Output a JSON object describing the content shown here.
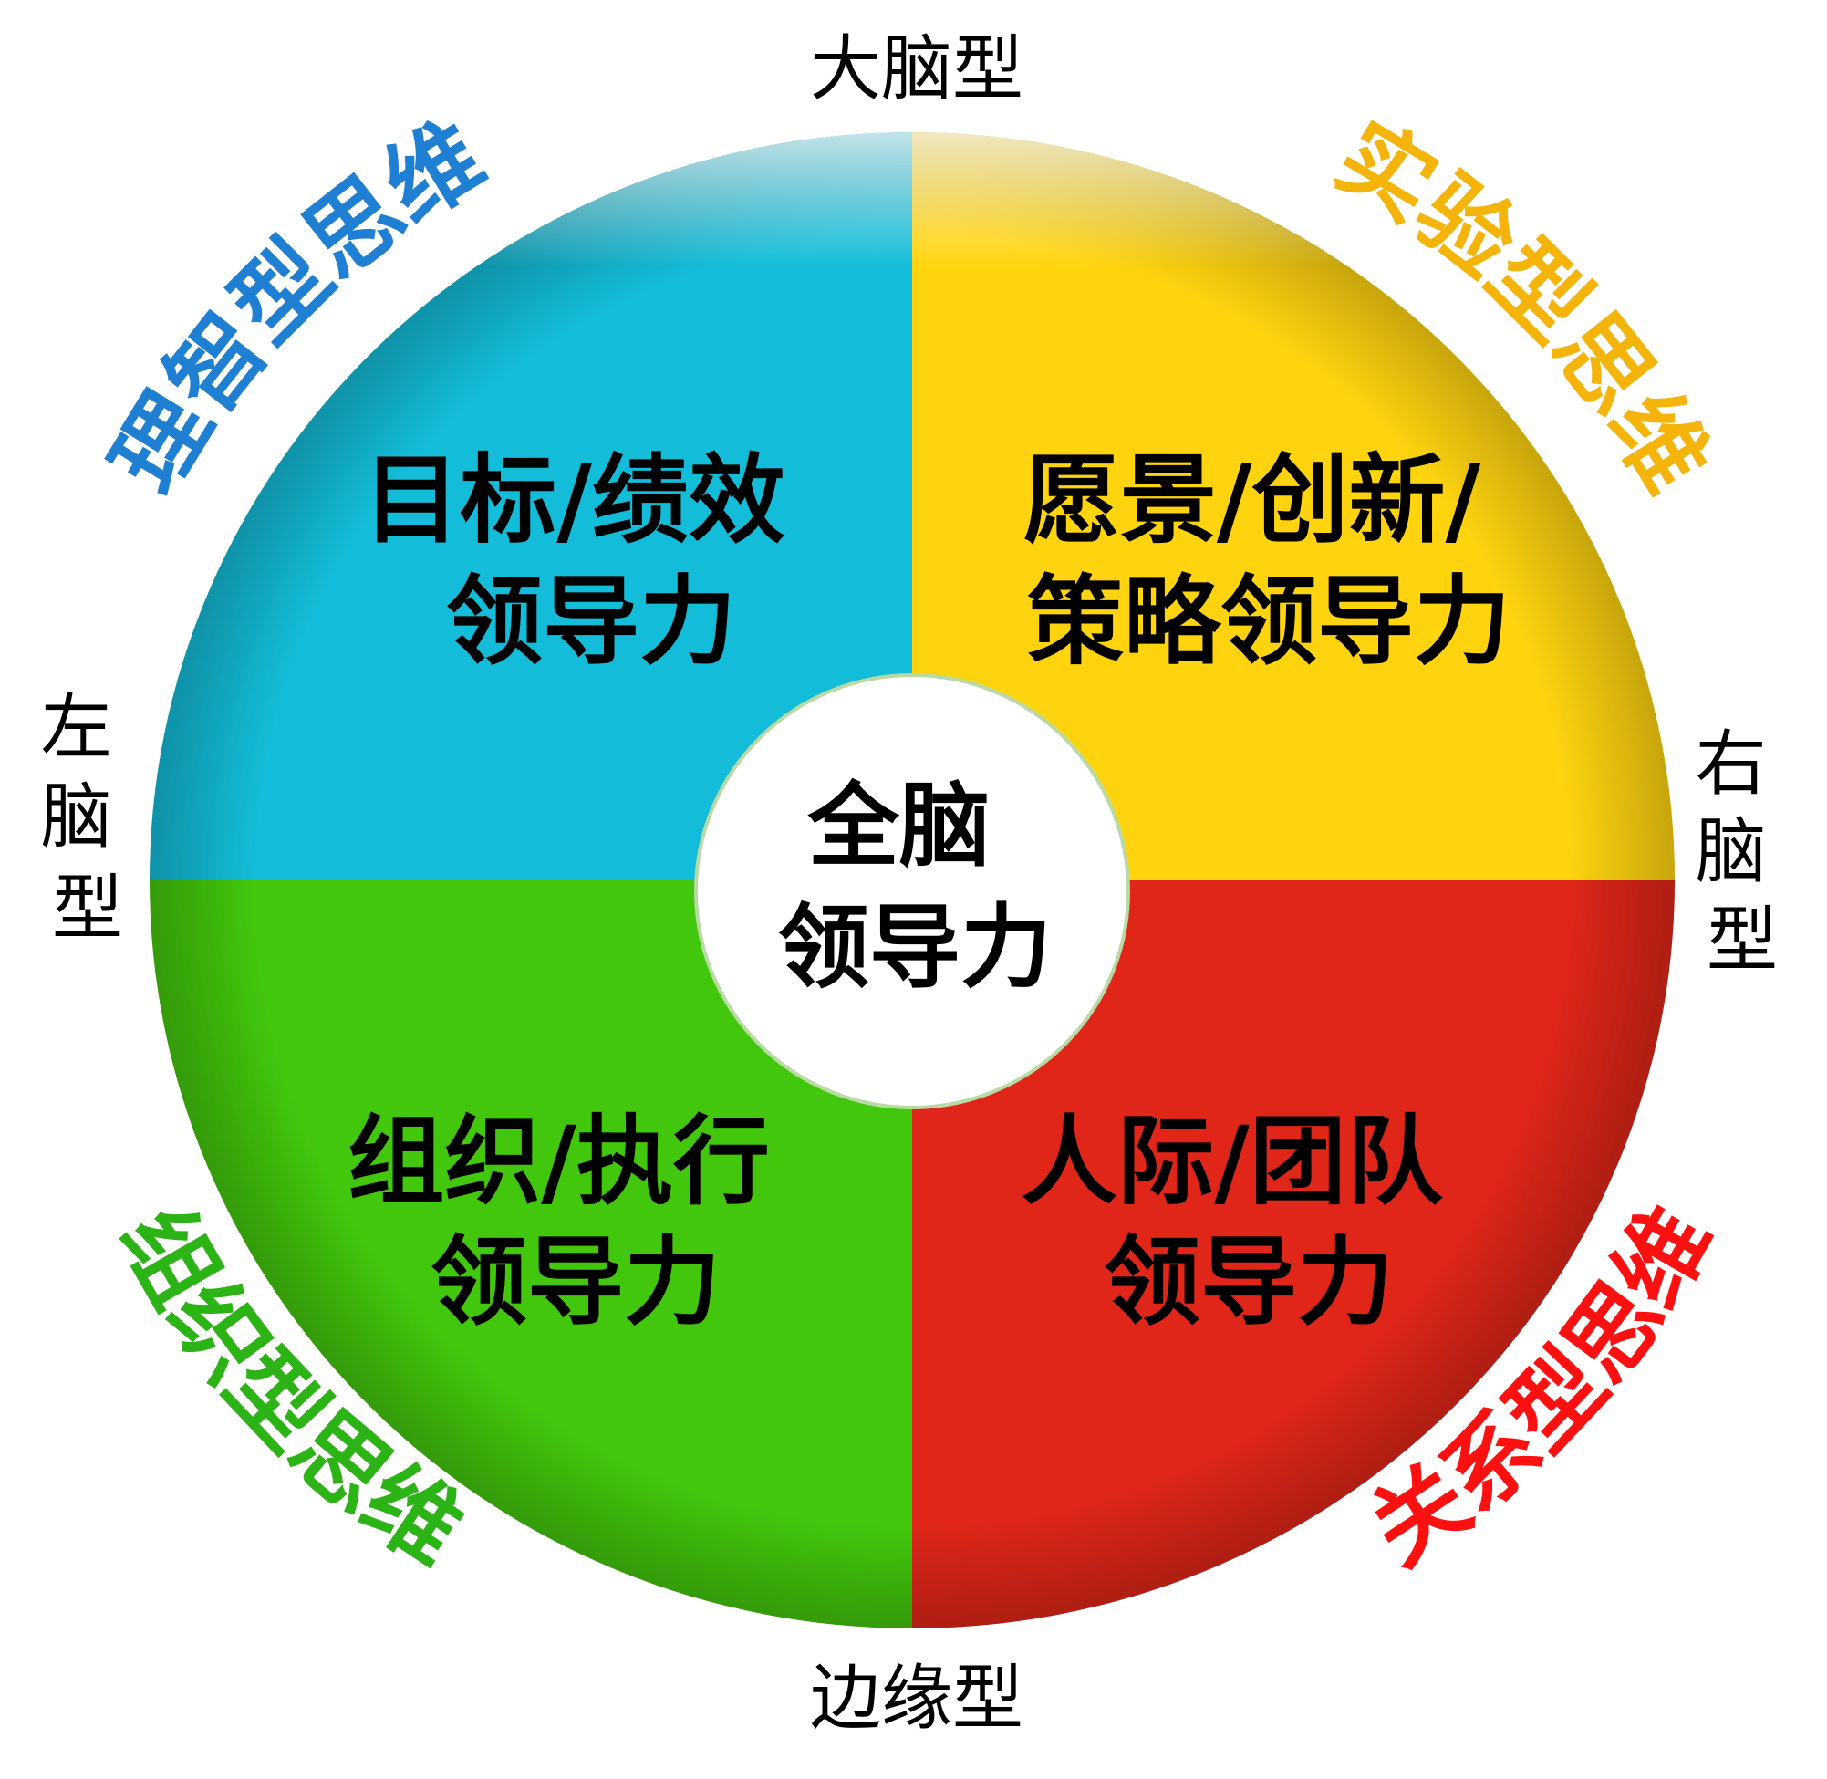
{
  "axes": {
    "top": "大脑型",
    "bottom": "边缘型",
    "left": [
      "左",
      "脑",
      "型"
    ],
    "right": [
      "右",
      "脑",
      "型"
    ]
  },
  "quadrants": {
    "top_left": {
      "lines": [
        "目标/绩效",
        "领导力"
      ],
      "color": "#13bcd8"
    },
    "top_right": {
      "lines": [
        "愿景/创新/",
        "策略领导力"
      ],
      "color": "#ffd40f"
    },
    "bottom_left": {
      "lines": [
        "组织/执行",
        "领导力"
      ],
      "color": "#43c70c"
    },
    "bottom_right": {
      "lines": [
        "人际/团队",
        "领导力"
      ],
      "color": "#e02619"
    }
  },
  "center": {
    "lines": [
      "全脑",
      "领导力"
    ],
    "color": "#ffffff"
  },
  "thinking_styles": {
    "top_left": {
      "label": "理智型思维",
      "color": "#1f7fd2"
    },
    "top_right": {
      "label": "实验型思维",
      "color": "#f4b40a"
    },
    "bottom_left": {
      "label": "组织型思维",
      "color": "#2cb315"
    },
    "bottom_right": {
      "label": "关系型思维",
      "color": "#ff1010"
    }
  }
}
